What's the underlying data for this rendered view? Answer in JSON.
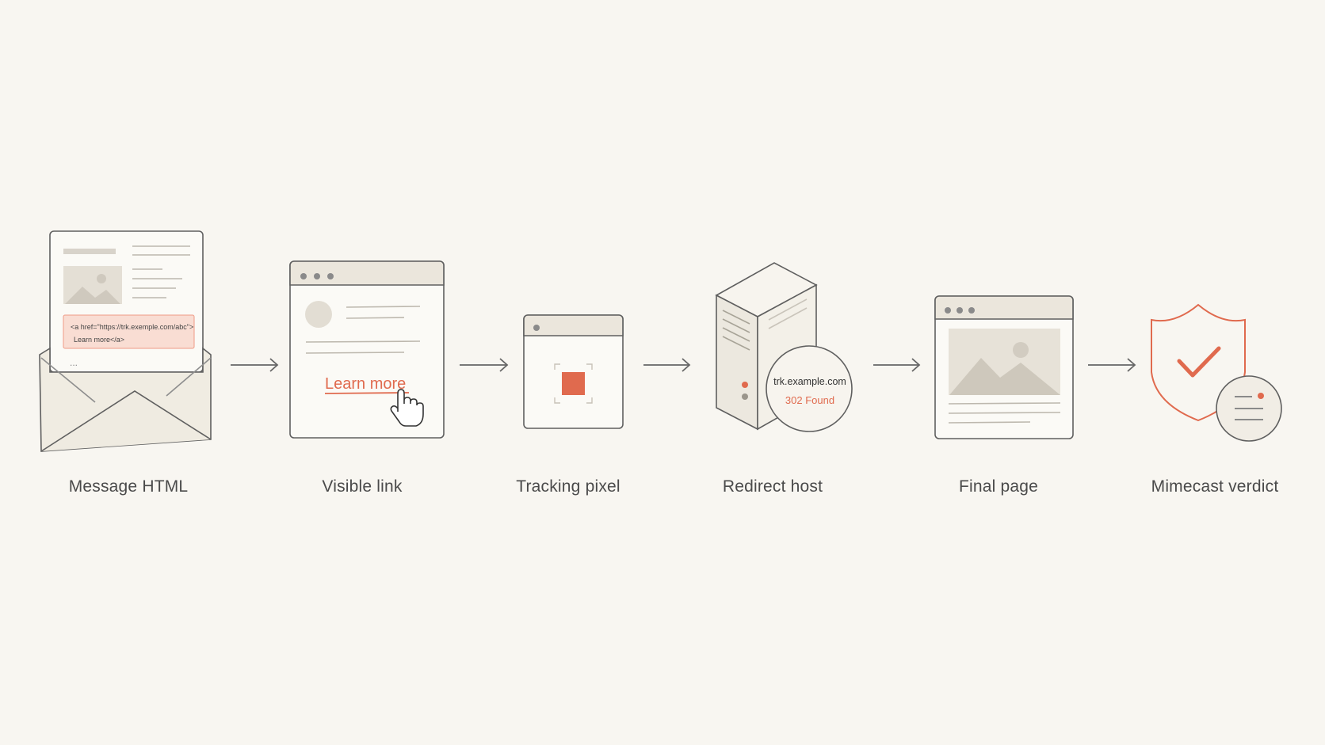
{
  "steps": [
    {
      "label": "Message HTML",
      "icon": "email-envelope-icon"
    },
    {
      "label": "Visible link",
      "icon": "browser-link-icon"
    },
    {
      "label": "Tracking pixel",
      "icon": "tracking-pixel-icon"
    },
    {
      "label": "Redirect host",
      "icon": "server-icon"
    },
    {
      "label": "Final page",
      "icon": "browser-page-icon"
    },
    {
      "label": "Mimecast verdict",
      "icon": "shield-check-icon"
    }
  ],
  "email": {
    "code_line1": "<a href=\"https://trk.exemple.com/abc\">",
    "code_line2": "Learn more</a>",
    "ellipsis": "..."
  },
  "visible_link": {
    "link_text": "Learn more"
  },
  "redirect": {
    "host": "trk.example.com",
    "status": "302 Found"
  },
  "colors": {
    "background": "#f8f6f1",
    "accent": "#e06a4e",
    "stroke": "#5f5f5f",
    "fill": "#f3f0e8",
    "muted": "#d8d3ca"
  }
}
